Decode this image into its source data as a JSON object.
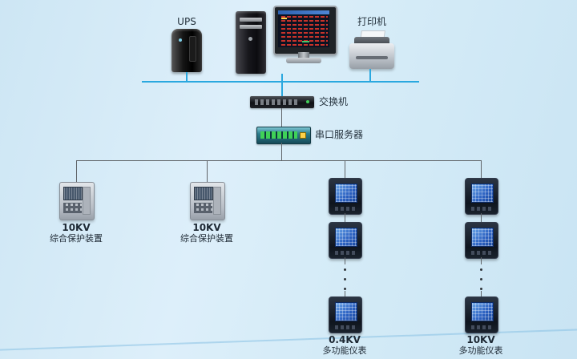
{
  "nodes": {
    "ups": {
      "label": "UPS"
    },
    "printer": {
      "label": "打印机"
    },
    "switch": {
      "label": "交换机"
    },
    "serial_server": {
      "label": "串口服务器"
    },
    "protection_device_1": {
      "voltage": "10KV",
      "label": "综合保护装置"
    },
    "protection_device_2": {
      "voltage": "10KV",
      "label": "综合保护装置"
    },
    "meter_column_1": {
      "voltage": "0.4KV",
      "label": "多功能仪表"
    },
    "meter_column_2": {
      "voltage": "10KV",
      "label": "多功能仪表"
    }
  },
  "colors": {
    "background": "#d4ebf7",
    "network_line": "#2aa8df",
    "branch_line": "#5f6468"
  }
}
